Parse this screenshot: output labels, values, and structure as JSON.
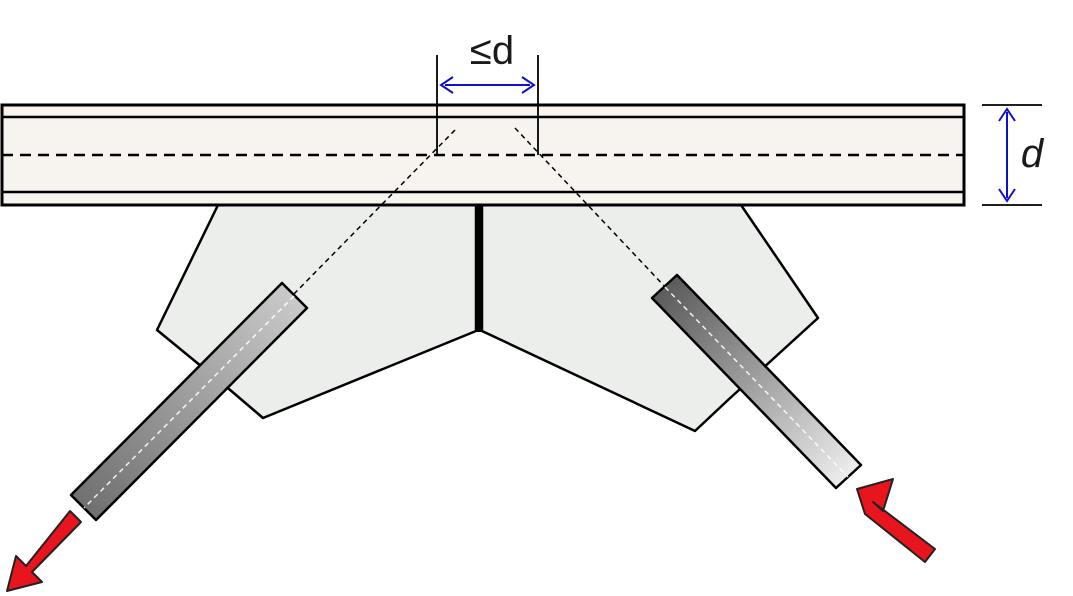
{
  "labels": {
    "spacing_dimension": "≤d",
    "depth_dimension": "d"
  },
  "colors": {
    "beam_fill": "#f7f3ee",
    "gusset_fill": "#eceeec",
    "dimension_line": "#1010cc",
    "force_arrow": "#e8141e",
    "outline": "#000000"
  },
  "icons": {
    "left_arrow": "tension-force-arrow",
    "right_arrow": "compression-force-arrow"
  }
}
